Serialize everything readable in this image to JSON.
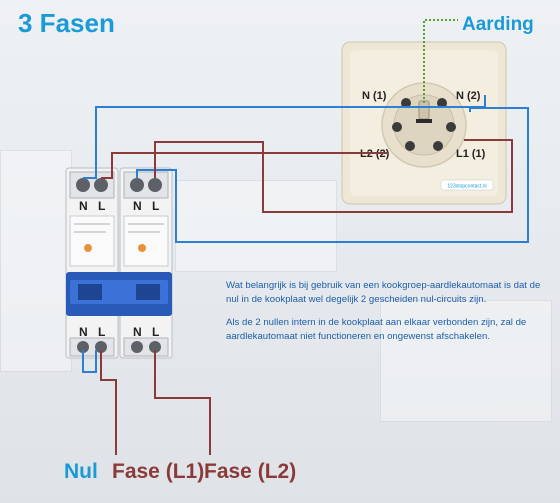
{
  "title": "3 Fasen",
  "aarding_label": "Aarding",
  "socket": {
    "n1": "N (1)",
    "n2": "N (2)",
    "l2": "L2 (2)",
    "l1": "L1 (1)",
    "brand": "123stopcontact.nl"
  },
  "breaker": {
    "left_top_n": "N",
    "left_top_l": "L",
    "right_top_n": "N",
    "right_top_l": "L",
    "left_bottom_n": "N",
    "left_bottom_l": "L",
    "right_bottom_n": "N",
    "right_bottom_l": "L"
  },
  "bottom_labels": {
    "nul": "Nul",
    "fase_l1": "Fase (L1)",
    "fase_l2": "Fase (L2)"
  },
  "info": {
    "paragraph_1": "Wat  belangrijk is bij gebruik van een kookgroep-aardlekautomaat is dat de nul in de kookplaat wel degelijk 2 gescheiden nul-circuits zijn.",
    "paragraph_2": "Als de 2 nullen intern in de kookplaat aan elkaar verbonden zijn, zal de aardlekautomaat niet functioneren en ongewenst afschakelen."
  },
  "colors": {
    "neutral_wire": "#2d7fd3",
    "phase_wire": "#8b3a3a",
    "earth_wire": "#5aa02c",
    "accent": "#1a9ad6"
  }
}
